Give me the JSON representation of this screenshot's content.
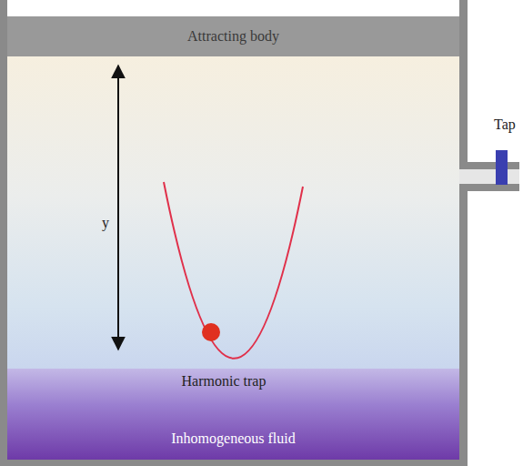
{
  "diagram": {
    "nodes": [
      {
        "text": [
          "Attracting body"
        ]
      },
      {
        "text": [
          "Inhomogeneous fluid"
        ]
      }
    ],
    "labels": [
      "y",
      "Harmonic trap",
      "Tap"
    ]
  }
}
